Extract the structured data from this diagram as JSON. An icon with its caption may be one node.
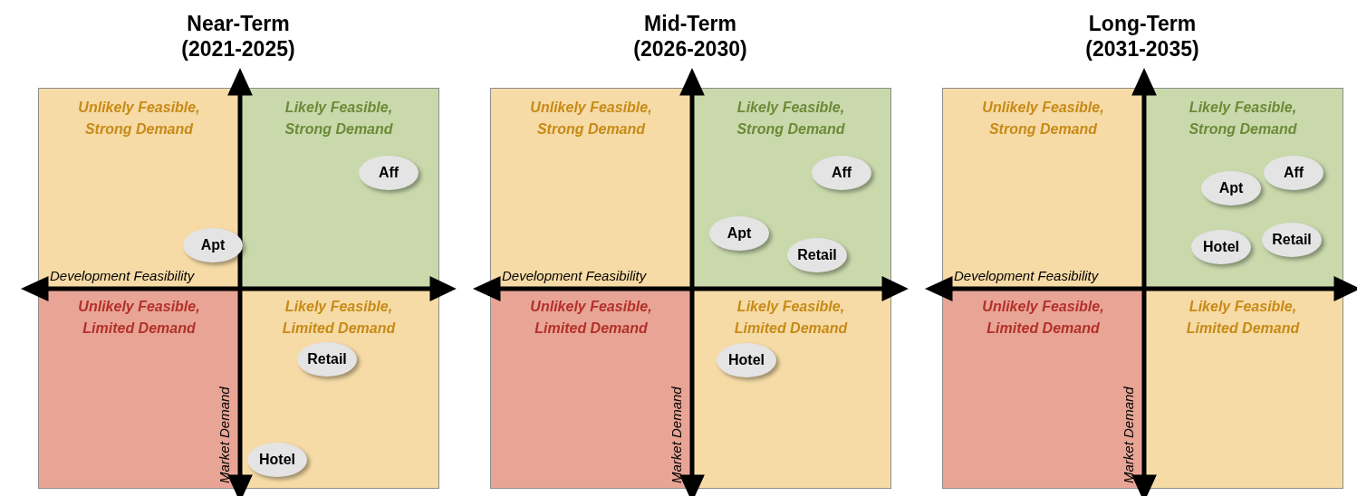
{
  "diagram": {
    "nodes": [
      {
        "text": [
          "Near-Term (2021-2025)"
        ]
      },
      {
        "text": [
          "Unlikely Feasible, Strong Demand"
        ],
        "in": 0
      },
      {
        "text": [
          "Likely Feasible, Strong Demand"
        ],
        "in": 0
      },
      {
        "text": [
          "Unlikely Feasible, Limited Demand"
        ],
        "in": 0
      },
      {
        "text": [
          "Likely Feasible, Limited Demand"
        ],
        "in": 0
      },
      {
        "text": [
          "Aff"
        ],
        "in": 2
      },
      {
        "text": [
          "Apt"
        ],
        "in": 1
      },
      {
        "text": [
          "Retail"
        ],
        "in": 4
      },
      {
        "text": [
          "Hotel"
        ],
        "in": 4
      },
      {
        "text": [
          "Mid-Term (2026-2030)"
        ]
      },
      {
        "text": [
          "Unlikely Feasible, Strong Demand"
        ],
        "in": 9
      },
      {
        "text": [
          "Likely Feasible, Strong Demand"
        ],
        "in": 9
      },
      {
        "text": [
          "Unlikely Feasible, Limited Demand"
        ],
        "in": 9
      },
      {
        "text": [
          "Likely Feasible, Limited Demand"
        ],
        "in": 9
      },
      {
        "text": [
          "Aff"
        ],
        "in": 11
      },
      {
        "text": [
          "Apt"
        ],
        "in": 11
      },
      {
        "text": [
          "Retail"
        ],
        "in": 11
      },
      {
        "text": [
          "Hotel"
        ],
        "in": 13
      },
      {
        "text": [
          "Long-Term (2031-2035)"
        ]
      },
      {
        "text": [
          "Unlikely Feasible, Strong Demand"
        ],
        "in": 18
      },
      {
        "text": [
          "Likely Feasible, Strong Demand"
        ],
        "in": 18
      },
      {
        "text": [
          "Unlikely Feasible, Limited Demand"
        ],
        "in": 18
      },
      {
        "text": [
          "Likely Feasible, Limited Demand"
        ],
        "in": 18
      },
      {
        "text": [
          "Aff"
        ],
        "in": 20
      },
      {
        "text": [
          "Apt"
        ],
        "in": 20
      },
      {
        "text": [
          "Retail"
        ],
        "in": 20
      },
      {
        "text": [
          "Hotel"
        ],
        "in": 20
      }
    ],
    "labels": [
      "Development Feasibility",
      "Development Feasibility",
      "Development Feasibility",
      "Market Demand",
      "Market Demand",
      "Market Demand"
    ]
  }
}
